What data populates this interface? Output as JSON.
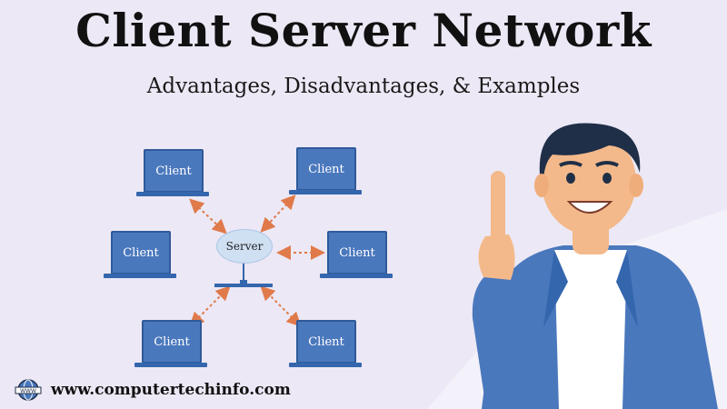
{
  "header": {
    "title": "Client Server Network",
    "subtitle": "Advantages, Disadvantages, & Examples"
  },
  "diagram": {
    "server_label": "Server",
    "clients": [
      "Client",
      "Client",
      "Client",
      "Client",
      "Client",
      "Client"
    ],
    "colors": {
      "laptop": "#4a78bd",
      "arrow": "#e07a4a",
      "server": "#cfe0f3"
    }
  },
  "footer": {
    "url": "www.computertechinfo.com",
    "icon": "globe-icon"
  }
}
